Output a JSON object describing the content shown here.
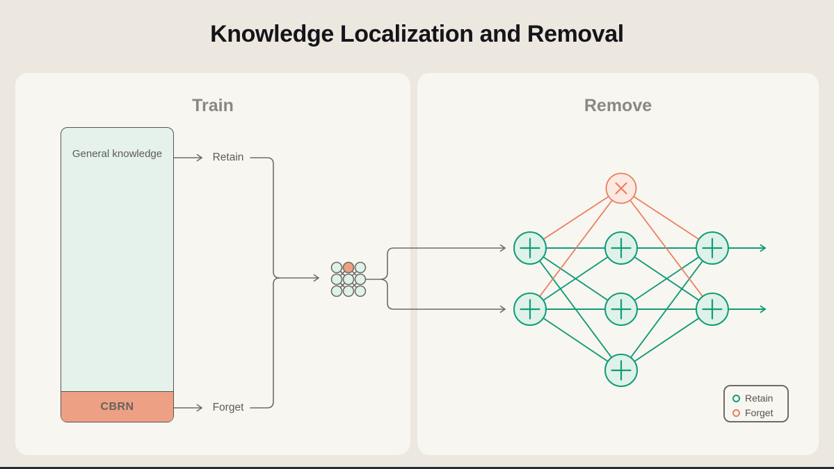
{
  "title": "Knowledge Localization and Removal",
  "panels": {
    "train": {
      "heading": "Train",
      "stack": {
        "top_label": "General knowledge",
        "bottom_label": "CBRN"
      },
      "retain_label": "Retain",
      "forget_label": "Forget"
    },
    "remove": {
      "heading": "Remove",
      "retain_node_symbol": "+",
      "forget_node_symbol": "×"
    }
  },
  "legend": {
    "items": [
      {
        "label": "Retain",
        "color": "#109C79"
      },
      {
        "label": "Forget",
        "color": "#E97F5E"
      }
    ]
  },
  "colors": {
    "bg": "#ECE8E0",
    "panel": "#F8F6F1",
    "teal": "#109C79",
    "orange": "#E97F5E",
    "mint": "#E5F1EB",
    "node-fill": "#DFF2E9",
    "salmon": "#EDA084",
    "forget-fill": "#FBE9E2",
    "gray-line": "#6E6B64",
    "stack-border": "#56554E",
    "heading": "#8B8880",
    "text": "#5D5B54",
    "title": "#15141A",
    "footer": "#262A35"
  }
}
